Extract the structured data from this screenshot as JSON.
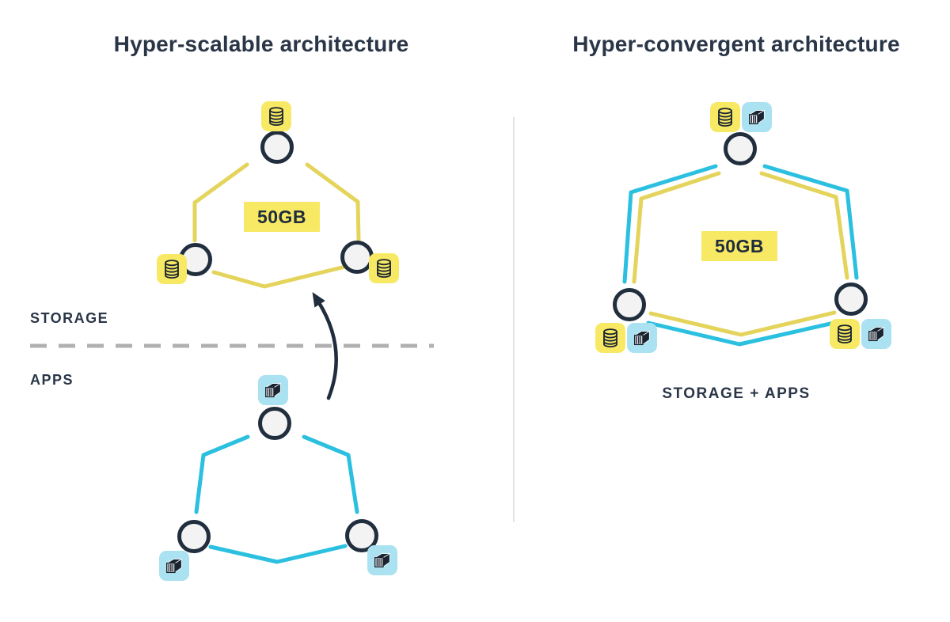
{
  "colors": {
    "title_text": "#2a3647",
    "storage_line": "#e4d45c",
    "apps_line": "#2bc0e0",
    "storage_badge_bg": "#f8e964",
    "apps_badge_bg": "#abe2f1",
    "node_border": "#202e3e",
    "node_fill": "#f3f3f3",
    "dashed_divider": "#b0b0b0",
    "panel_divider": "#e4e4e4",
    "arrow": "#1f2d3d",
    "capacity_bg": "#f8e964"
  },
  "left_panel": {
    "title": "Hyper-scalable architecture",
    "capacity_label": "50GB",
    "storage_section_label": "STORAGE",
    "apps_section_label": "APPS",
    "storage_cluster": {
      "node_count": 3,
      "icon": "database-icon"
    },
    "apps_cluster": {
      "node_count": 3,
      "icon": "container-icon"
    }
  },
  "right_panel": {
    "title": "Hyper-convergent architecture",
    "capacity_label": "50GB",
    "section_label": "STORAGE + APPS",
    "cluster": {
      "node_count": 3,
      "icons": [
        "database-icon",
        "container-icon"
      ]
    }
  }
}
